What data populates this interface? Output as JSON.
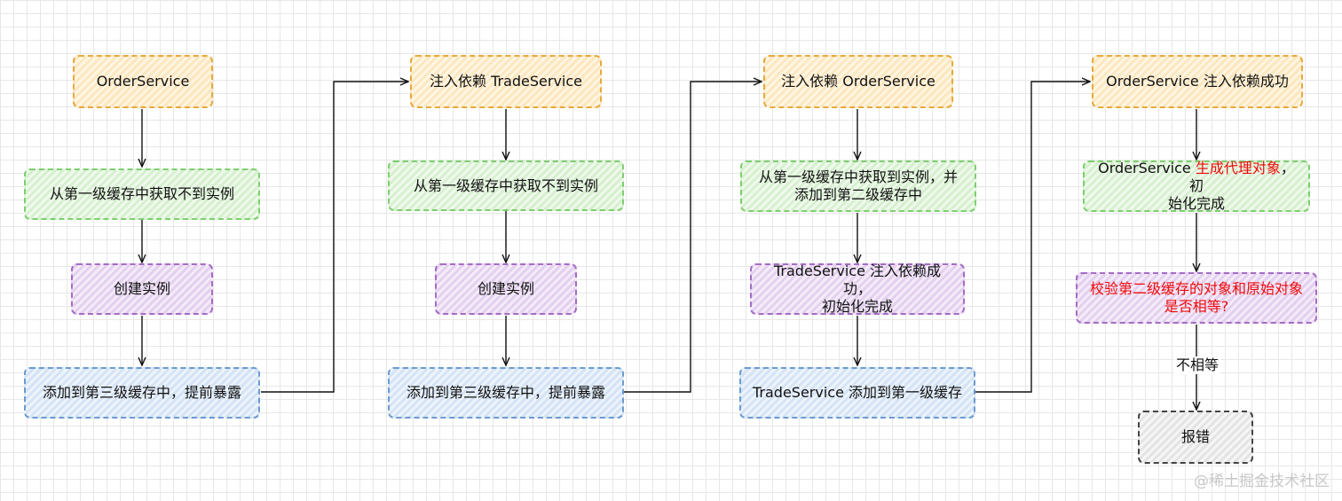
{
  "columns": [
    {
      "nodes": [
        {
          "text": "OrderService"
        },
        {
          "text": "从第一级缓存中获取不到实例"
        },
        {
          "text": "创建实例"
        },
        {
          "text": "添加到第三级缓存中，提前暴露"
        }
      ]
    },
    {
      "nodes": [
        {
          "text": "注入依赖 TradeService"
        },
        {
          "text": "从第一级缓存中获取不到实例"
        },
        {
          "text": "创建实例"
        },
        {
          "text": "添加到第三级缓存中，提前暴露"
        }
      ]
    },
    {
      "nodes": [
        {
          "text": "注入依赖 OrderService"
        },
        {
          "line1": "从第一级缓存中获取到实例，并",
          "line2": "添加到第二级缓存中"
        },
        {
          "line1": "TradeService 注入依赖成功，",
          "line2": "初始化完成"
        },
        {
          "text": "TradeService 添加到第一级缓存"
        }
      ]
    },
    {
      "nodes": [
        {
          "text": "OrderService 注入依赖成功"
        },
        {
          "prefix": "OrderService ",
          "highlight": "生成代理对象",
          "suffix": "，初",
          "line2": "始化完成"
        },
        {
          "line1": "校验第二级缓存的对象和原始对象",
          "line2": "是否相等?"
        },
        {
          "text": "报错"
        }
      ]
    }
  ],
  "edge_labels": {
    "not_equal": "不相等"
  },
  "watermark": "@稀土掘金技术社区",
  "colors": {
    "orange_border": "#e7a93a",
    "green_border": "#7dcf6e",
    "purple_border": "#a46cc5",
    "blue_border": "#6b9bd1",
    "gray_border": "#444444",
    "highlight_text": "#f00a0a"
  }
}
